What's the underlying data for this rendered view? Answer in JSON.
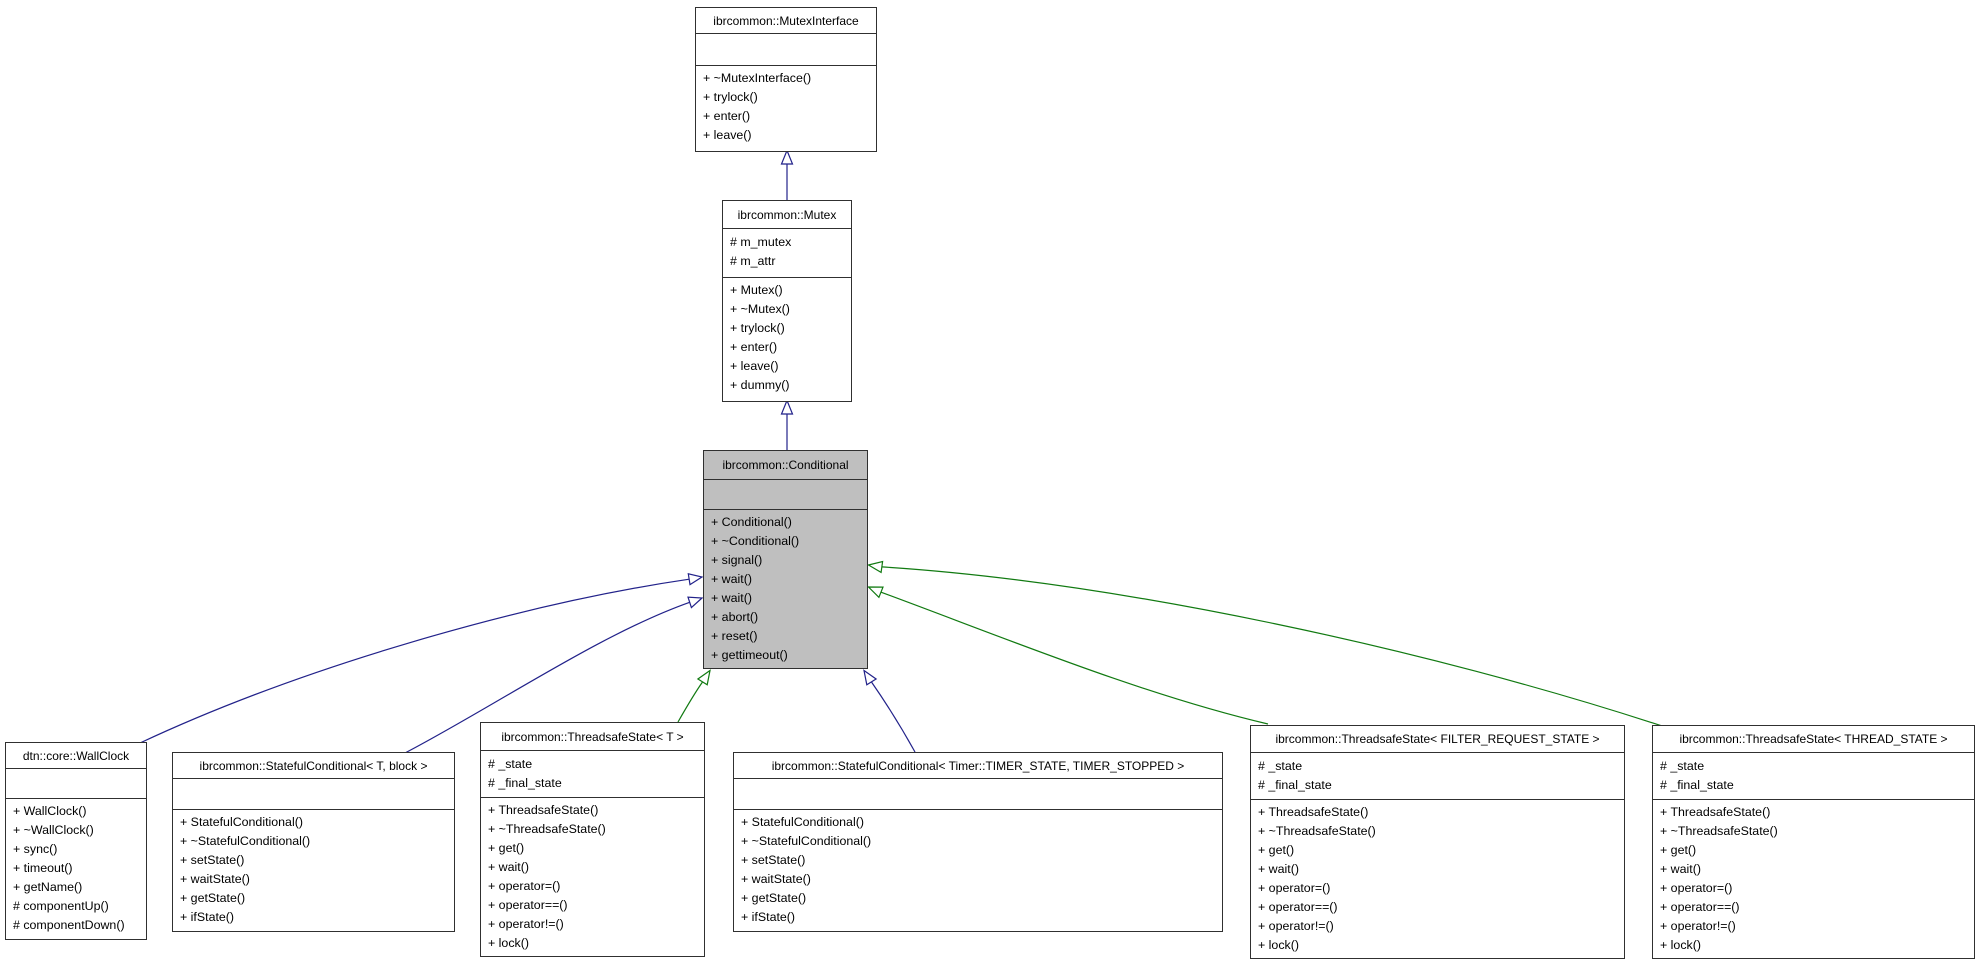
{
  "diagram": {
    "kind": "uml-class-inheritance-graph",
    "colors": {
      "public_inheritance_blue": "#22228a",
      "protected_inheritance_green": "#117a11",
      "highlight_fill": "#bfbfbf",
      "box_border": "#303030",
      "background": "#ffffff"
    },
    "classes": [
      {
        "title": "ibrcommon::MutexInterface",
        "attributes": [],
        "methods": [
          "+ ~MutexInterface()",
          "+ trylock()",
          "+ enter()",
          "+ leave()"
        ],
        "highlighted": false
      },
      {
        "title": "ibrcommon::Mutex",
        "attributes": [
          "# m_mutex",
          "# m_attr"
        ],
        "methods": [
          "+ Mutex()",
          "+ ~Mutex()",
          "+ trylock()",
          "+ enter()",
          "+ leave()",
          "+ dummy()"
        ],
        "highlighted": false
      },
      {
        "title": "ibrcommon::Conditional",
        "attributes": [],
        "methods": [
          "+ Conditional()",
          "+ ~Conditional()",
          "+ signal()",
          "+ wait()",
          "+ wait()",
          "+ abort()",
          "+ reset()",
          "+ gettimeout()"
        ],
        "highlighted": true
      },
      {
        "title": "dtn::core::WallClock",
        "attributes": [],
        "methods": [
          "+ WallClock()",
          "+ ~WallClock()",
          "+ sync()",
          "+ timeout()",
          "+ getName()",
          "# componentUp()",
          "# componentDown()"
        ],
        "highlighted": false
      },
      {
        "title": "ibrcommon::StatefulConditional< T, block >",
        "attributes": [],
        "methods": [
          "+ StatefulConditional()",
          "+ ~StatefulConditional()",
          "+ setState()",
          "+ waitState()",
          "+ getState()",
          "+ ifState()"
        ],
        "highlighted": false
      },
      {
        "title": "ibrcommon::ThreadsafeState< T >",
        "attributes": [
          "# _state",
          "# _final_state"
        ],
        "methods": [
          "+ ThreadsafeState()",
          "+ ~ThreadsafeState()",
          "+ get()",
          "+ wait()",
          "+ operator=()",
          "+ operator==()",
          "+ operator!=()",
          "+ lock()"
        ],
        "highlighted": false
      },
      {
        "title": "ibrcommon::StatefulConditional< Timer::TIMER_STATE, TIMER_STOPPED >",
        "attributes": [],
        "methods": [
          "+ StatefulConditional()",
          "+ ~StatefulConditional()",
          "+ setState()",
          "+ waitState()",
          "+ getState()",
          "+ ifState()"
        ],
        "highlighted": false
      },
      {
        "title": "ibrcommon::ThreadsafeState< FILTER_REQUEST_STATE >",
        "attributes": [
          "# _state",
          "# _final_state"
        ],
        "methods": [
          "+ ThreadsafeState()",
          "+ ~ThreadsafeState()",
          "+ get()",
          "+ wait()",
          "+ operator=()",
          "+ operator==()",
          "+ operator!=()",
          "+ lock()"
        ],
        "highlighted": false
      },
      {
        "title": "ibrcommon::ThreadsafeState< THREAD_STATE >",
        "attributes": [
          "# _state",
          "# _final_state"
        ],
        "methods": [
          "+ ThreadsafeState()",
          "+ ~ThreadsafeState()",
          "+ get()",
          "+ wait()",
          "+ operator=()",
          "+ operator==()",
          "+ operator!=()",
          "+ lock()"
        ],
        "highlighted": false
      }
    ],
    "edges": [
      {
        "from": "ibrcommon::Mutex",
        "to": "ibrcommon::MutexInterface",
        "type": "public-inheritance"
      },
      {
        "from": "ibrcommon::Conditional",
        "to": "ibrcommon::Mutex",
        "type": "public-inheritance"
      },
      {
        "from": "dtn::core::WallClock",
        "to": "ibrcommon::Conditional",
        "type": "public-inheritance"
      },
      {
        "from": "ibrcommon::StatefulConditional< T, block >",
        "to": "ibrcommon::Conditional",
        "type": "public-inheritance"
      },
      {
        "from": "ibrcommon::ThreadsafeState< T >",
        "to": "ibrcommon::Conditional",
        "type": "protected-inheritance"
      },
      {
        "from": "ibrcommon::StatefulConditional< Timer::TIMER_STATE, TIMER_STOPPED >",
        "to": "ibrcommon::Conditional",
        "type": "public-inheritance"
      },
      {
        "from": "ibrcommon::ThreadsafeState< FILTER_REQUEST_STATE >",
        "to": "ibrcommon::Conditional",
        "type": "protected-inheritance"
      },
      {
        "from": "ibrcommon::ThreadsafeState< THREAD_STATE >",
        "to": "ibrcommon::Conditional",
        "type": "protected-inheritance"
      }
    ]
  }
}
